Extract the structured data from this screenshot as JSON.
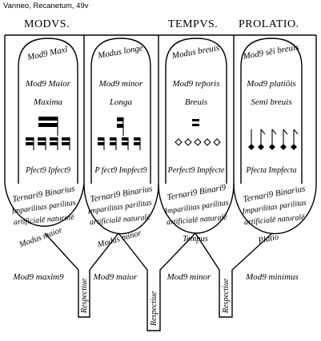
{
  "caption": "Vanneo, Recanetum, 49v",
  "headers": {
    "modus": "MODVS.",
    "tempus": "TEMPVS.",
    "prolatio": "PROLATIO."
  },
  "columns": [
    {
      "arch": "Mod9 Maxĩ",
      "title": "Mod9 Maior",
      "note": "Maxima",
      "bottom": "Pfect9 Ipfect9"
    },
    {
      "arch": "Modus longe",
      "title": "Mod9 minor",
      "note": "Longa",
      "bottom": "P fect9 Impfect9"
    },
    {
      "arch": "Modus breuis",
      "title": "Mod9 tep̃oris",
      "note": "Breuis",
      "bottom": "Perfect9 Impfecte"
    },
    {
      "arch": "Mod9 sẽi breuis",
      "title": "Mod9 platiõis",
      "note": "Semi breuis",
      "bottom": "Pfecta Impfecta"
    }
  ],
  "ternary": {
    "left": "Ternari9",
    "right": "Binarius"
  },
  "ternary_short": {
    "left": "Ternari9",
    "right": "Binari9"
  },
  "imparilitas": "Imparilitas parilitas",
  "artificial": "artificialē naturalē",
  "modes_lower": [
    "Modus maior",
    "Modus minor",
    "Tempus",
    "Platio"
  ],
  "modes_bottom": [
    "Mod9 maxim9",
    "Mod9 maior",
    "Mod9 minor",
    "Mod9 minimus"
  ],
  "respective": "Respectiue"
}
